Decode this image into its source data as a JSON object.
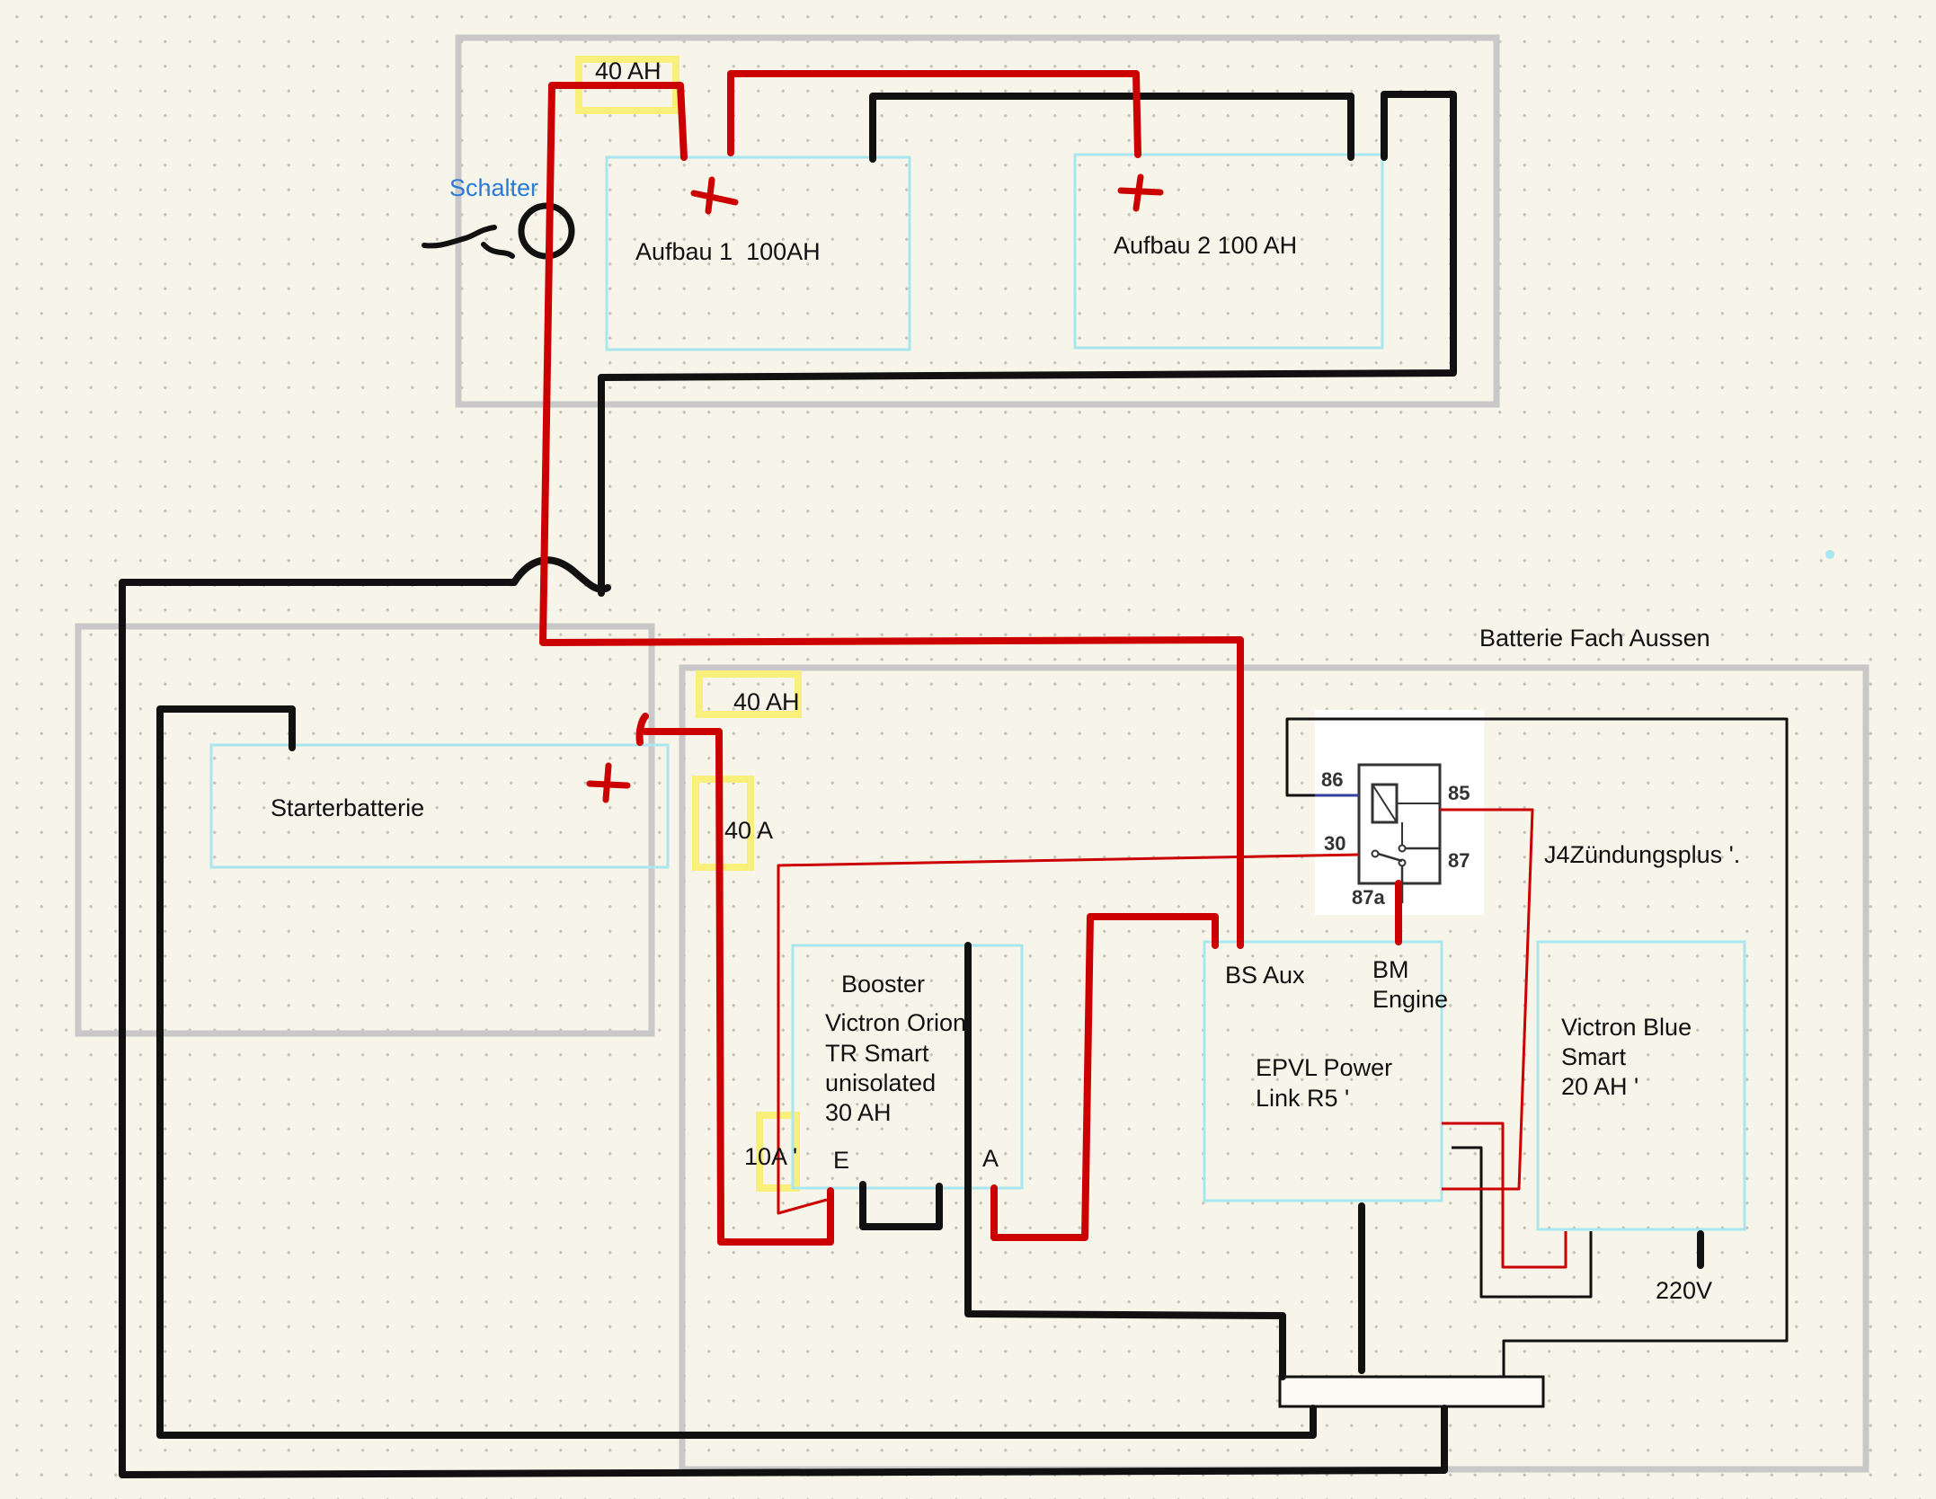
{
  "labels": {
    "schalter": "Schalter",
    "fuse_top": "40 AH",
    "aufbau1": "Aufbau 1  100AH",
    "aufbau2": "Aufbau 2 100 AH",
    "batterie_fach": "Batterie Fach Aussen",
    "fuse_mid": "40 AH",
    "fuse_40a": "40 A",
    "starterbatterie": "Starterbatterie",
    "booster_title": "Booster",
    "booster_line1": "Victron Orion",
    "booster_line2": "TR Smart",
    "booster_line3": "unisolated",
    "booster_line4": "30 AH",
    "fuse_10a": "10A '",
    "booster_e": "E",
    "booster_a": "A",
    "epvl_bs_aux": "BS Aux",
    "epvl_bm": "BM",
    "epvl_engine": "Engine",
    "epvl_name1": "EPVL Power",
    "epvl_name2": "Link R5 '",
    "j4": "J4Zündungsplus '.",
    "victron_line1": "Victron Blue",
    "victron_line2": "Smart",
    "victron_line3": "20 AH '",
    "v220": "220V",
    "relay_86": "86",
    "relay_85": "85",
    "relay_30": "30",
    "relay_87": "87",
    "relay_87a": "87a"
  },
  "colors": {
    "wire_positive": "#cc0000",
    "wire_negative": "#111111",
    "enclosure": "#c8c8c8",
    "component_box": "#a8e6f0",
    "fuse_highlight": "#f8f07a",
    "label_blue": "#2a7ad8",
    "relay_control": "#3340a0"
  }
}
